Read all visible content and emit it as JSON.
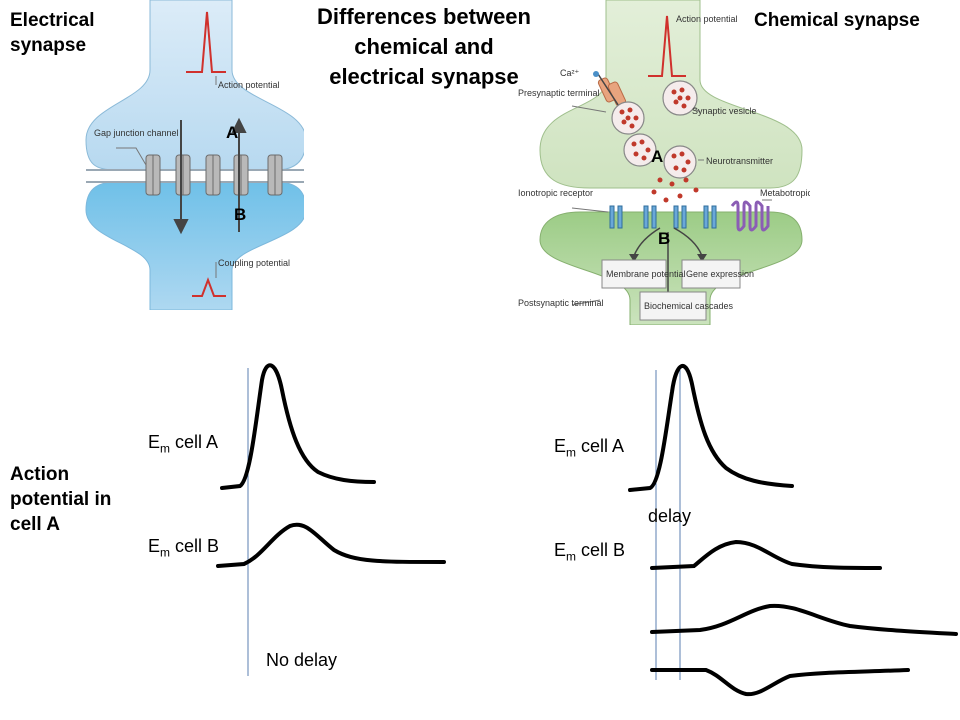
{
  "title": "Differences between chemical and electrical synapse",
  "electrical": {
    "heading": "Electrical synapse",
    "labels": {
      "action_potential": "Action potential",
      "gap_junction": "Gap junction channel",
      "coupling_potential": "Coupling potential"
    },
    "point_a": "A",
    "point_b": "B"
  },
  "chemical": {
    "heading": "Chemical synapse",
    "labels": {
      "action_potential": "Action potential",
      "calcium": "Ca²⁺",
      "presynaptic_terminal": "Presynaptic terminal",
      "synaptic_vesicle": "Synaptic vesicle",
      "neurotransmitter": "Neurotransmitter",
      "ionotropic_receptor": "Ionotropic receptor",
      "metabotropic_receptor": "Metabotropic receptor",
      "membrane_potential": "Membrane potential",
      "gene_expression": "Gene expression",
      "biochemical_cascades": "Biochemical cascades",
      "postsynaptic_terminal": "Postsynaptic terminal"
    },
    "point_a": "A",
    "point_b": "B"
  },
  "traces": {
    "row_label": "Action potential in cell A",
    "em_prefix": "E",
    "em_sub": "m",
    "cell_a": "cell A",
    "cell_b": "cell B",
    "no_delay": "No delay",
    "delay": "delay"
  }
}
